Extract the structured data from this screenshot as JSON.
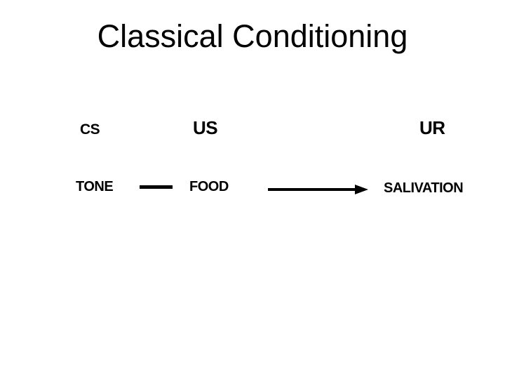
{
  "slide": {
    "title": "Classical Conditioning",
    "header_row": {
      "cs": "CS",
      "us": "US",
      "ur": "UR"
    },
    "example_row": {
      "tone": "TONE",
      "food": "FOOD",
      "salivation": "SALIVATION"
    },
    "connectors": {
      "tone_food": "plain-line",
      "food_salivation": "right-arrow"
    },
    "colors": {
      "background": "#ffffff",
      "text": "#000000",
      "connector": "#000000"
    }
  }
}
